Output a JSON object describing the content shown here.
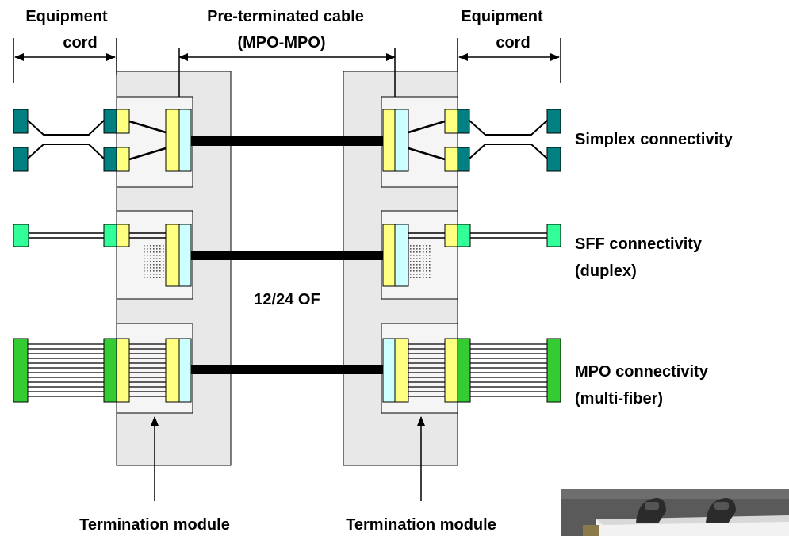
{
  "labels": {
    "equipment_cord_left": [
      "Equipment",
      "cord"
    ],
    "cable_title": [
      "Pre-terminated cable",
      "(MPO-MPO)"
    ],
    "equipment_cord_right": [
      "Equipment",
      "cord"
    ],
    "simplex": "Simplex connectivity",
    "sff": [
      "SFF connectivity",
      "(duplex)"
    ],
    "mpo": [
      "MPO connectivity",
      "(multi-fiber)"
    ],
    "fiber_count": "12/24 OF",
    "termination_left": "Termination module",
    "termination_right": "Termination module"
  },
  "colors": {
    "panel": "#e8e8e8",
    "module": "#f5f5f5",
    "yellow": "#ffff80",
    "light_cyan": "#ccffff",
    "teal": "#008080",
    "sff_green": "#33ff99",
    "mpo_green": "#33cc33",
    "cable": "#000000"
  }
}
